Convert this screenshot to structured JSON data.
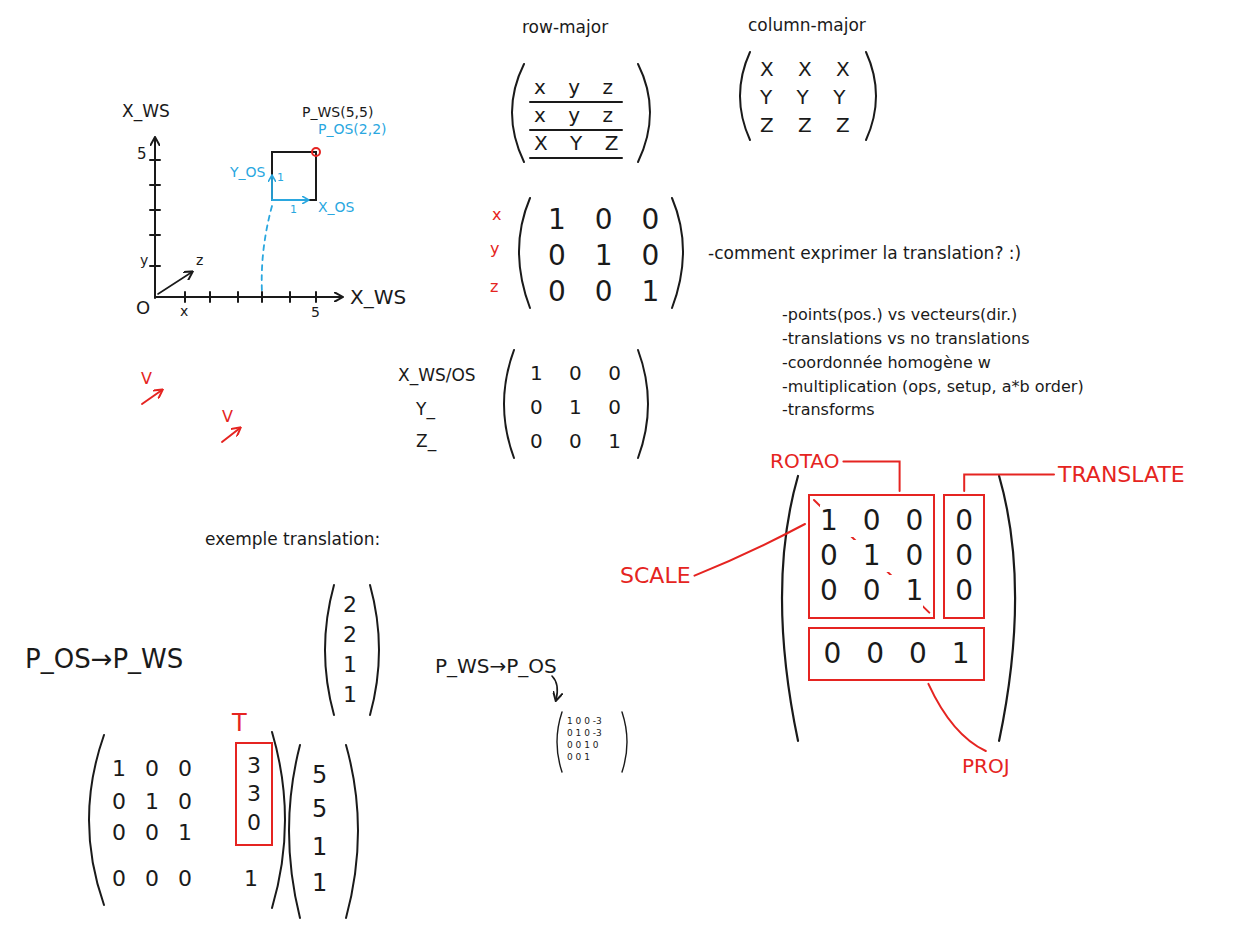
{
  "diagram": {
    "nodes": [
      {
        "text": [
          "1 0 0",
          "0 1 0",
          "0 0 1"
        ]
      },
      {
        "text": [
          "0",
          "0",
          "0"
        ]
      },
      {
        "text": [
          "0 0 0 1"
        ]
      },
      {
        "text": [
          "3",
          "3",
          "0"
        ]
      }
    ],
    "labels": [
      "row-major",
      "column-major",
      "x y z",
      "x y z",
      "X Y Z",
      "X X X",
      "Y Y Y",
      "Z Z Z",
      "X_WS",
      "5",
      "y",
      "z",
      "O",
      "x",
      "5",
      "X_WS",
      "P_WS(5,5)",
      "P_OS(2,2)",
      "Y_OS",
      "1",
      "1",
      "X_OS",
      "V",
      "V",
      "x",
      "y",
      "z",
      "1 0 0",
      "0 1 0",
      "0 0 1",
      "-comment exprimer la translation? :)",
      "-points(pos.) vs vecteurs(dir.)",
      "-translations vs no translations",
      "-coordonnée homogène w",
      "-multiplication (ops, setup, a*b order)",
      "-transforms",
      "X_WS/OS",
      "Y_",
      "Z_",
      "1 0 0",
      "0 1 0",
      "0 0 1",
      "exemple translation:",
      "P_OS→P_WS",
      "2",
      "2",
      "1",
      "1",
      "T",
      "1 0 0",
      "0 1 0",
      "0 0 1",
      "0 0 0",
      "1",
      "5",
      "5",
      "1",
      "1",
      "P_WS→P_OS",
      "1 0 0 -3",
      "0 1 0 -3",
      "0 0 1 0",
      "0 0 1",
      "ROTAO",
      "TRANSLATE",
      "SCALE",
      "PROJ"
    ]
  }
}
